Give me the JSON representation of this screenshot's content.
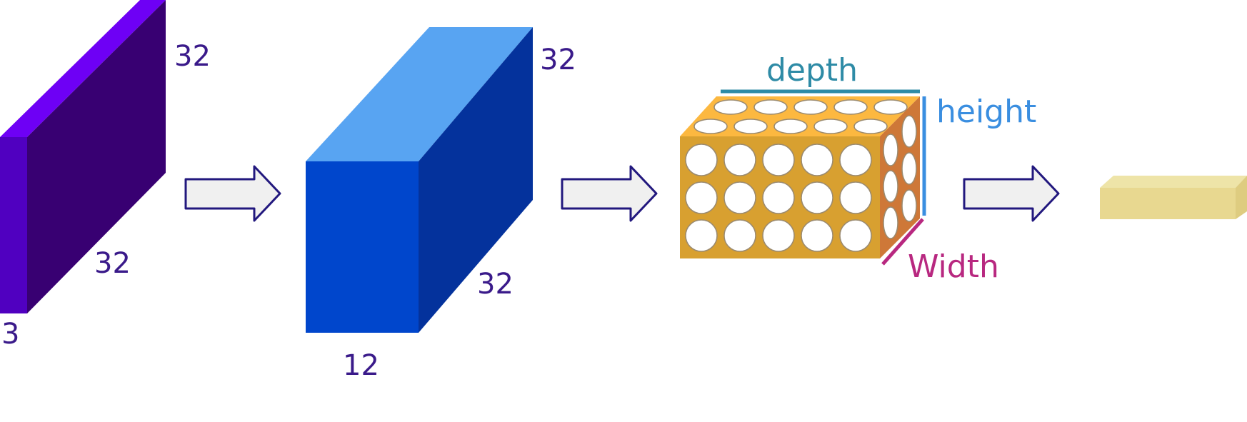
{
  "colors": {
    "input_front": "#5000C0",
    "input_top": "#6E00F5",
    "input_side": "#380072",
    "conv_front": "#0046CC",
    "conv_top": "#58A4F2",
    "conv_side": "#04329C",
    "volume_front": "#D8A030",
    "volume_top": "#FCB840",
    "volume_side": "#CE7838",
    "output_front": "#E8D890",
    "output_top": "#EEE4A8",
    "output_side": "#DECC80",
    "arrow_fill": "#F0F0F0",
    "arrow_stroke": "#22187E",
    "dim_text": "#3A1A8A",
    "depth_color": "#2E8BA6",
    "height_color": "#3A8EE0",
    "width_color": "#B82880"
  },
  "input_block": {
    "height": "32",
    "width": "32",
    "depth": "3"
  },
  "conv_block": {
    "height": "32",
    "width": "32",
    "depth": "12"
  },
  "volume_block": {
    "depth_label": "depth",
    "height_label": "height",
    "width_label": "Width",
    "front_rows": 3,
    "front_cols": 5,
    "top_rows": 2,
    "side_rows": 3
  },
  "arrows": [
    "arrow-1",
    "arrow-2",
    "arrow-3"
  ]
}
